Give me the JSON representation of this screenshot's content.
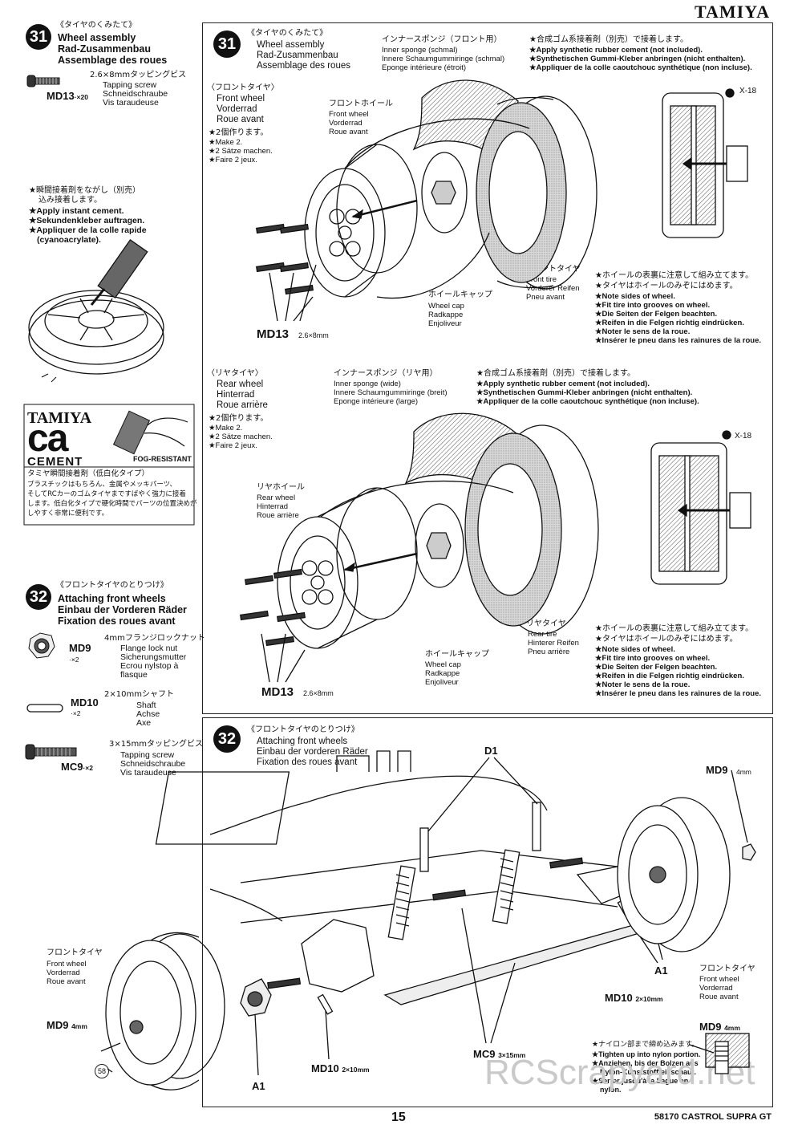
{
  "header": {
    "brand": "TAMIYA"
  },
  "left": {
    "s31": {
      "num": "31",
      "jp": "《タイヤのくみたて》",
      "en": "Wheel assembly",
      "de": "Rad-Zusammenbau",
      "fr": "Assemblage des roues",
      "screw": {
        "code": "MD13",
        "qty": "·×20",
        "size": "2.6×8mmタッピングビス",
        "en": "Tapping screw",
        "de": "Schneidschraube",
        "fr": "Vis taraudeuse"
      },
      "cement": {
        "jp1": "★瞬間接着剤をながし（別売）",
        "jp2": "込み接着します。",
        "en": "★Apply instant cement.",
        "de": "★Sekundenkleber auftragen.",
        "fr": "★Appliquer de la colle rapide",
        "fr2": "(cyanoacrylate)."
      }
    },
    "ad": {
      "l1": "TAMIYA",
      "l2": "ca",
      "l3": "CEMENT",
      "fog": "FOG-RESISTANT",
      "jp1": "タミヤ瞬間接着剤（低白化タイプ）",
      "jp2": "プラスチックはもちろん、金属やメッキパーツ、",
      "jp3": "そしてRCカーのゴムタイヤまですばやく強力に接着",
      "jp4": "します。低白化タイプで硬化時間でパーツの位置決めが",
      "jp5": "しやすく非常に便利です。"
    },
    "s32": {
      "num": "32",
      "jp": "《フロントタイヤのとりつけ》",
      "en": "Attaching front wheels",
      "de": "Einbau der Vorderen Räder",
      "fr": "Fixation des roues avant",
      "p1": {
        "code": "MD9",
        "qty": "·×2",
        "size": "4mmフランジロックナット",
        "en": "Flange lock nut",
        "de": "Sicherungsmutter",
        "fr": "Ecrou nylstop à",
        "fr2": "flasque"
      },
      "p2": {
        "code": "MD10",
        "qty": "·×2",
        "size": "2×10mmシャフト",
        "en": "Shaft",
        "de": "Achse",
        "fr": "Axe"
      },
      "p3": {
        "code": "MC9",
        "qty": "·×2",
        "size": "3×15mmタッピングビス",
        "en": "Tapping screw",
        "de": "Schneidschraube",
        "fr": "Vis taraudeuse"
      }
    }
  },
  "front": {
    "num": "31",
    "jp": "《タイヤのくみたて》",
    "en": "Wheel assembly",
    "de": "Rad-Zusammenbau",
    "fr": "Assemblage des roues",
    "sub_jp": "〈フロントタイヤ〉",
    "sub_en": "Front wheel",
    "sub_de": "Vorderrad",
    "sub_fr": "Roue avant",
    "make_jp": "★2個作ります。",
    "make_en": "★Make 2.",
    "make_de": "★2 Sätze machen.",
    "make_fr": "★Faire 2 jeux.",
    "sponge_jp": "インナースポンジ（フロント用）",
    "sponge_en": "Inner sponge (schmal)",
    "sponge_de": "Innere Schaumgummiringe (schmal)",
    "sponge_fr": "Eponge intérieure (étroit)",
    "glue_jp": "★合成ゴム系接着剤（別売）で接着します。",
    "glue_en": "★Apply synthetic rubber cement (not included).",
    "glue_de": "★Synthetischen Gummi-Kleber anbringen (nicht enthalten).",
    "glue_fr": "★Appliquer de la colle caoutchouc synthétique (non incluse).",
    "wheel_jp": "フロントホイール",
    "wheel_en": "Front wheel",
    "wheel_de": "Vorderrad",
    "wheel_fr": "Roue avant",
    "tire_jp": "フロントタイヤ",
    "tire_en": "Front tire",
    "tire_de": "Vorderer Reifen",
    "tire_fr": "Pneu avant",
    "cap_jp": "ホイールキャップ",
    "cap_en": "Wheel cap",
    "cap_de": "Radkappe",
    "cap_fr": "Enjoliveur",
    "x18": "X-18",
    "md13": "MD13",
    "md13size": "2.6×8mm",
    "note_jp1": "★ホイールの表裏に注意して組み立てます。",
    "note_jp2": "★タイヤはホイールのみぞにはめます。",
    "note_en1": "★Note sides of wheel.",
    "note_en2": "★Fit tire into grooves on wheel.",
    "note_de1": "★Die Seiten der Felgen beachten.",
    "note_de2": "★Reifen in die Felgen richtig eindrücken.",
    "note_fr1": "★Noter le sens de la roue.",
    "note_fr2": "★Insérer le pneu dans les rainures de la roue."
  },
  "rear": {
    "sub_jp": "〈リヤタイヤ〉",
    "sub_en": "Rear wheel",
    "sub_de": "Hinterrad",
    "sub_fr": "Roue arrière",
    "make_jp": "★2個作ります。",
    "make_en": "★Make 2.",
    "make_de": "★2 Sätze machen.",
    "make_fr": "★Faire 2 jeux.",
    "sponge_jp": "インナースポンジ（リヤ用）",
    "sponge_en": "Inner sponge (wide)",
    "sponge_de": "Innere Schaumgummiringe (breit)",
    "sponge_fr": "Eponge intérieure (large)",
    "glue_jp": "★合成ゴム系接着剤（別売）で接着します。",
    "glue_en": "★Apply synthetic rubber cement (not included).",
    "glue_de": "★Synthetischen Gummi-Kleber anbringen (nicht enthalten).",
    "glue_fr": "★Appliquer de la colle caoutchouc synthétique (non incluse).",
    "wheel_jp": "リヤホイール",
    "wheel_en": "Rear wheel",
    "wheel_de": "Hinterrad",
    "wheel_fr": "Roue arrière",
    "tire_jp": "リヤタイヤ",
    "tire_en": "Rear tire",
    "tire_de": "Hinterer Reifen",
    "tire_fr": "Pneu arrière",
    "cap_jp": "ホイールキャップ",
    "cap_en": "Wheel cap",
    "cap_de": "Radkappe",
    "cap_fr": "Enjoliveur",
    "x18": "X-18",
    "md13": "MD13",
    "md13size": "2.6×8mm",
    "note_jp1": "★ホイールの表裏に注意して組み立てます。",
    "note_jp2": "★タイヤはホイールのみぞにはめます。",
    "note_en1": "★Note sides of wheel.",
    "note_en2": "★Fit tire into grooves on wheel.",
    "note_de1": "★Die Seiten der Felgen beachten.",
    "note_de2": "★Reifen in die Felgen richtig eindrücken.",
    "note_fr1": "★Noter le sens de la roue.",
    "note_fr2": "★Insérer le pneu dans les rainures de la roue."
  },
  "bottom": {
    "num": "32",
    "jp": "《フロントタイヤのとりつけ》",
    "en": "Attaching front wheels",
    "de": "Einbau der vorderen Räder",
    "fr": "Fixation des roues avant",
    "d1": "D1",
    "md9": "MD9",
    "md9size": "4mm",
    "a1": "A1",
    "md10": "MD10",
    "md10size": "2×10mm",
    "mc9": "MC9",
    "mc9size": "3×15mm",
    "ftire_jp": "フロントタイヤ",
    "ftire_en": "Front wheel",
    "ftire_de": "Vorderrad",
    "ftire_fr": "Roue avant",
    "circ": "58",
    "nylon_jp": "★ナイロン部まで締め込みます。",
    "nylon_en": "★Tighten up into nylon portion.",
    "nylon_de": "★Anziehen, bis der Bolzen aus",
    "nylon_de2": "Nylon-Kunststoffteil schaut.",
    "nylon_fr": "★Serrer jusqu'à la bague en",
    "nylon_fr2": "nylon."
  },
  "footer": {
    "page": "15",
    "model": "58170 CASTROL SUPRA GT"
  },
  "watermark": "RCScrapyard.net"
}
